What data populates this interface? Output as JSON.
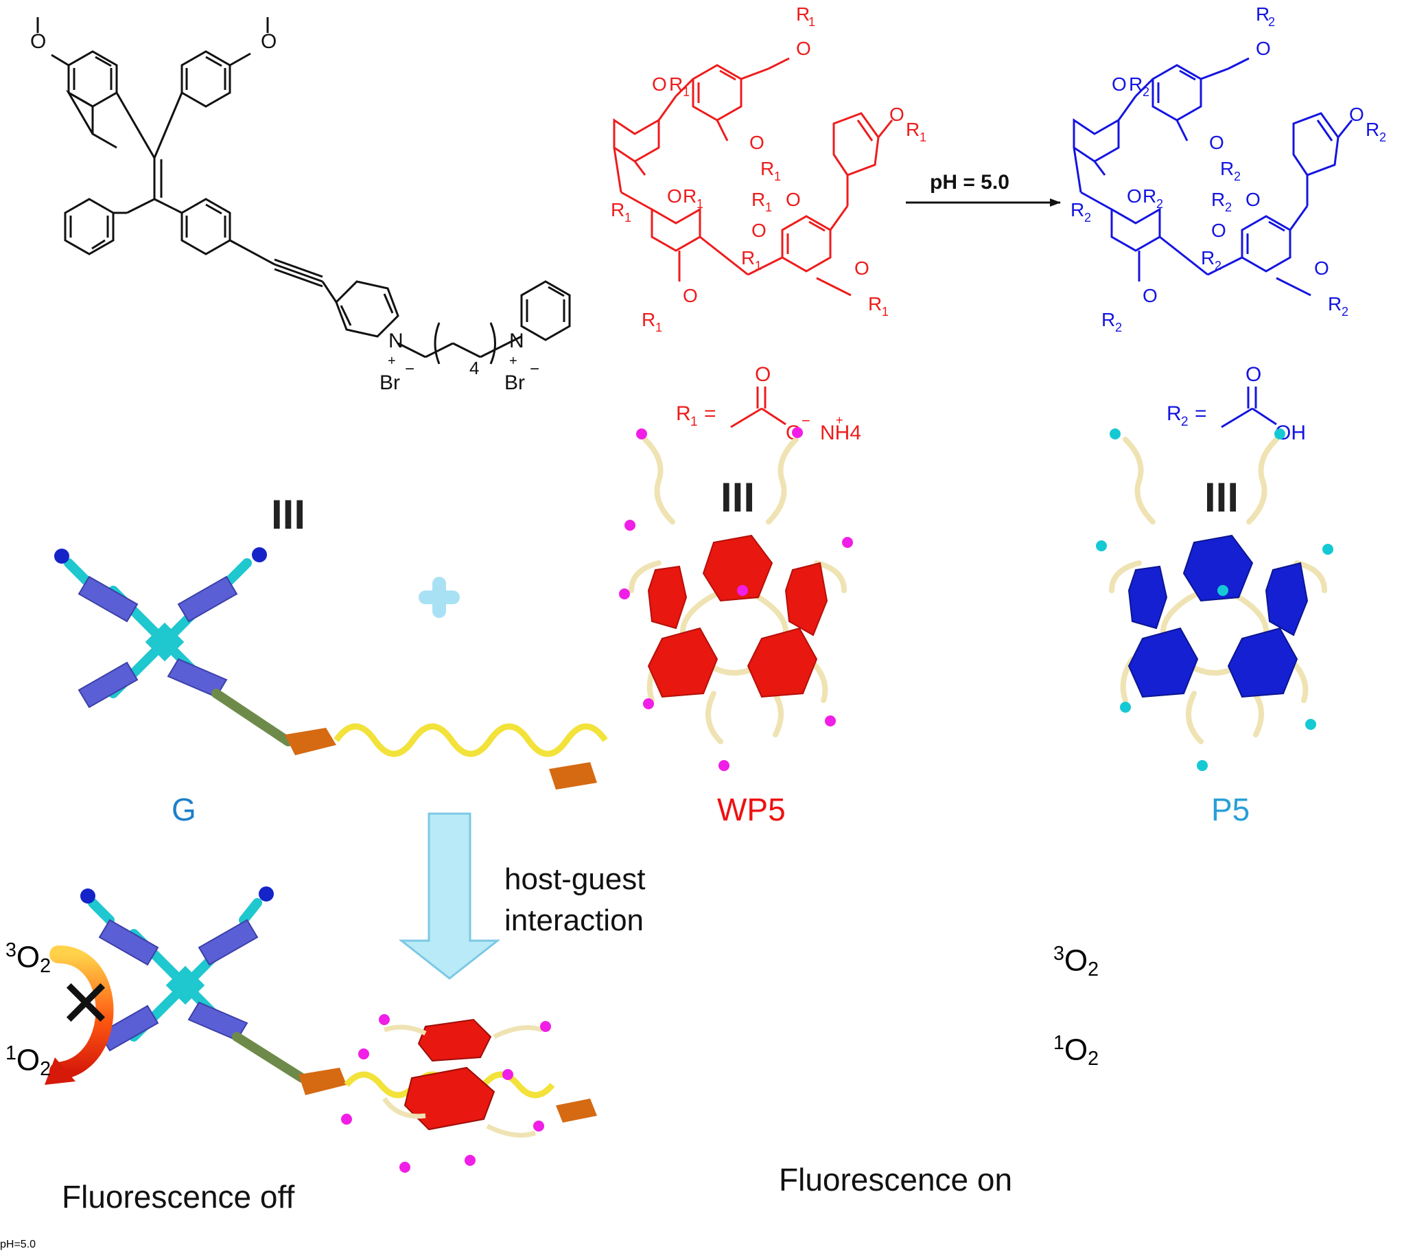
{
  "guest_structure": {
    "methoxy_oxygen_left": "O",
    "methoxy_oxygen_right": "O",
    "pyridinium_n1": "N",
    "pyridinium_n1_charge": "+",
    "pyridinium_n2": "N",
    "pyridinium_n2_charge": "+",
    "counterion_1": "Br",
    "counterion_1_charge": "−",
    "counterion_2": "Br",
    "counterion_2_charge": "−",
    "chain_repeat": "4"
  },
  "wp5_structure": {
    "substituent_symbol": "R",
    "substituent_index": "1",
    "oxygen": "O",
    "r_definition_prefix": "R",
    "r_definition_index": "1",
    "r_definition_equals": "=",
    "carbonyl_oxygen": "O",
    "anionic_oxygen": "O",
    "anion_charge": "−",
    "counter_cation": "NH4",
    "counter_cation_charge": "+",
    "color": "#ee1c1c"
  },
  "p5_structure": {
    "substituent_symbol": "R",
    "substituent_index": "2",
    "oxygen": "O",
    "r_definition_prefix": "R",
    "r_definition_index": "2",
    "r_definition_equals": "=",
    "carbonyl_oxygen": "O",
    "hydroxyl": "OH",
    "color": "#1414e0"
  },
  "reaction_arrow_top": {
    "label": "pH = 5.0"
  },
  "equivalence_symbol": "III",
  "labels": {
    "guest": "G",
    "guest_color": "#1e7fc8",
    "wp5": "WP5",
    "wp5_color": "#ee1111",
    "p5": "P5",
    "p5_color": "#2a9fd6"
  },
  "host_guest_arrow": {
    "label_line1": "host-guest",
    "label_line2": "interaction"
  },
  "ph_arrow_bottom": {
    "label": "pH=5.0"
  },
  "oxygen_left": {
    "triplet_sup": "3",
    "triplet_base": "O",
    "triplet_sub": "2",
    "singlet_sup": "1",
    "singlet_base": "O",
    "singlet_sub": "2",
    "blocked_mark": "✕"
  },
  "oxygen_right": {
    "triplet_sup": "3",
    "triplet_base": "O",
    "triplet_sub": "2",
    "singlet_sup": "1",
    "singlet_base": "O",
    "singlet_sub": "2"
  },
  "captions": {
    "fluorescence_off": "Fluorescence off",
    "fluorescence_on": "Fluorescence on"
  },
  "colors": {
    "arrow_fill": "#b8eaf7",
    "arrow_stroke": "#7cc8e4",
    "cyan_core": "#1fc7cf",
    "slate_arm": "#5a5fd6",
    "yellow_chain": "#f2e23a",
    "orange_unit": "#d56a12",
    "red_host": "#e8170f",
    "blue_host": "#1420d2",
    "magenta_bead": "#f01ee6",
    "cyan_bead": "#15c9d4",
    "glow": "#ff5a5a"
  }
}
